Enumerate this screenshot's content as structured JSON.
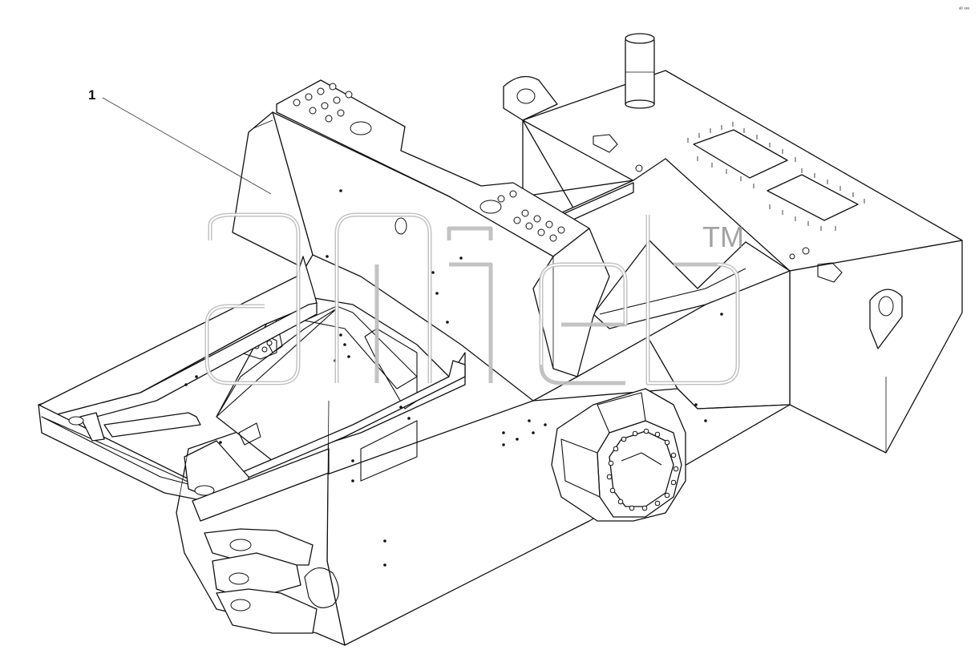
{
  "callouts": [
    {
      "label": "1"
    }
  ],
  "watermark": {
    "trademark": "TM",
    "color": "#bdbdbd"
  },
  "corner_mark": "ᵃᴰ ᵉᵉᵉ"
}
